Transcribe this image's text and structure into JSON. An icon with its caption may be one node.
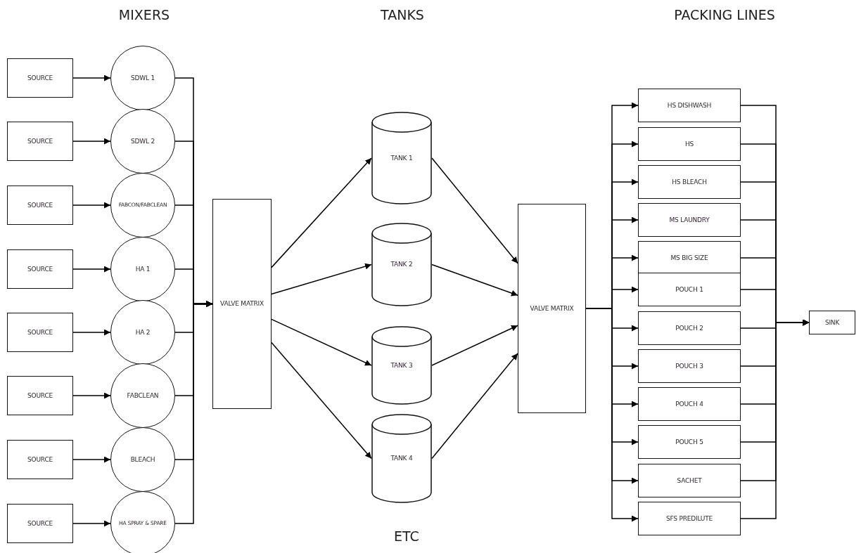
{
  "diagram": {
    "nodes": [
      {
        "text": [
          "SOURCE"
        ]
      },
      {
        "text": [
          "SOURCE"
        ]
      },
      {
        "text": [
          "SOURCE"
        ]
      },
      {
        "text": [
          "SOURCE"
        ]
      },
      {
        "text": [
          "SOURCE"
        ]
      },
      {
        "text": [
          "SOURCE"
        ]
      },
      {
        "text": [
          "SOURCE"
        ]
      },
      {
        "text": [
          "SOURCE"
        ]
      },
      {
        "text": [
          "SDWL 1"
        ]
      },
      {
        "text": [
          "SDWL 2"
        ]
      },
      {
        "text": [
          "FABCON/FABCLEAN"
        ]
      },
      {
        "text": [
          "HA 1"
        ]
      },
      {
        "text": [
          "HA 2"
        ]
      },
      {
        "text": [
          "FABCLEAN"
        ]
      },
      {
        "text": [
          "BLEACH"
        ]
      },
      {
        "text": [
          "HA SPRAY & SPARE"
        ]
      },
      {
        "text": [
          "VALVE MATRIX"
        ]
      },
      {
        "text": [
          "TANK 1"
        ]
      },
      {
        "text": [
          "TANK 2"
        ]
      },
      {
        "text": [
          "TANK 3"
        ]
      },
      {
        "text": [
          "TANK 4"
        ]
      },
      {
        "text": [
          "VALVE MATRIX"
        ]
      },
      {
        "text": [
          "HS DISHWASH"
        ]
      },
      {
        "text": [
          "HS"
        ]
      },
      {
        "text": [
          "HS BLEACH"
        ]
      },
      {
        "text": [
          "MS LAUNDRY"
        ]
      },
      {
        "text": [
          "MS BIG SIZE"
        ]
      },
      {
        "text": [
          "POUCH 1"
        ]
      },
      {
        "text": [
          "POUCH 2"
        ]
      },
      {
        "text": [
          "POUCH 3"
        ]
      },
      {
        "text": [
          "POUCH 4"
        ]
      },
      {
        "text": [
          "POUCH 5"
        ]
      },
      {
        "text": [
          "SACHET"
        ]
      },
      {
        "text": [
          "SFS PREDILUTE"
        ]
      },
      {
        "text": [
          "SINK"
        ]
      }
    ],
    "edges": [
      {
        "from": 0,
        "to": 8,
        "arrow": "to"
      },
      {
        "from": 1,
        "to": 9,
        "arrow": "to"
      },
      {
        "from": 2,
        "to": 10,
        "arrow": "to"
      },
      {
        "from": 3,
        "to": 11,
        "arrow": "to"
      },
      {
        "from": 4,
        "to": 12,
        "arrow": "to"
      },
      {
        "from": 5,
        "to": 13,
        "arrow": "to"
      },
      {
        "from": 6,
        "to": 14,
        "arrow": "to"
      },
      {
        "from": 7,
        "to": 15,
        "arrow": "to"
      },
      {
        "from": 8,
        "to": 16,
        "arrow": "to"
      },
      {
        "from": 9,
        "to": 16,
        "arrow": "to"
      },
      {
        "from": 10,
        "to": 16,
        "arrow": "to"
      },
      {
        "from": 11,
        "to": 16,
        "arrow": "to"
      },
      {
        "from": 12,
        "to": 16,
        "arrow": "to"
      },
      {
        "from": 13,
        "to": 16,
        "arrow": "to"
      },
      {
        "from": 14,
        "to": 16,
        "arrow": "to"
      },
      {
        "from": 15,
        "to": 16,
        "arrow": "to"
      },
      {
        "from": 16,
        "to": 17,
        "arrow": "to"
      },
      {
        "from": 16,
        "to": 18,
        "arrow": "to"
      },
      {
        "from": 16,
        "to": 19,
        "arrow": "to"
      },
      {
        "from": 16,
        "to": 20,
        "arrow": "to"
      },
      {
        "from": 17,
        "to": 21,
        "arrow": "to"
      },
      {
        "from": 18,
        "to": 21,
        "arrow": "to"
      },
      {
        "from": 19,
        "to": 21,
        "arrow": "to"
      },
      {
        "from": 20,
        "to": 21,
        "arrow": "to"
      },
      {
        "from": 21,
        "to": 22,
        "arrow": "to"
      },
      {
        "from": 21,
        "to": 23,
        "arrow": "to"
      },
      {
        "from": 21,
        "to": 24,
        "arrow": "to"
      },
      {
        "from": 21,
        "to": 25,
        "arrow": "to"
      },
      {
        "from": 21,
        "to": 26,
        "arrow": "to"
      },
      {
        "from": 21,
        "to": 27,
        "arrow": "to"
      },
      {
        "from": 21,
        "to": 28,
        "arrow": "to"
      },
      {
        "from": 21,
        "to": 29,
        "arrow": "to"
      },
      {
        "from": 21,
        "to": 30,
        "arrow": "to"
      },
      {
        "from": 21,
        "to": 31,
        "arrow": "to"
      },
      {
        "from": 21,
        "to": 32,
        "arrow": "to"
      },
      {
        "from": 21,
        "to": 33,
        "arrow": "to"
      },
      {
        "from": 22,
        "to": 34,
        "arrow": "to"
      },
      {
        "from": 23,
        "to": 34,
        "arrow": "to"
      },
      {
        "from": 24,
        "to": 34,
        "arrow": "to"
      },
      {
        "from": 25,
        "to": 34,
        "arrow": "to"
      },
      {
        "from": 26,
        "to": 34,
        "arrow": "to"
      },
      {
        "from": 27,
        "to": 34,
        "arrow": "to"
      },
      {
        "from": 28,
        "to": 34,
        "arrow": "to"
      },
      {
        "from": 29,
        "to": 34,
        "arrow": "to"
      },
      {
        "from": 30,
        "to": 34,
        "arrow": "to"
      },
      {
        "from": 31,
        "to": 34,
        "arrow": "to"
      },
      {
        "from": 32,
        "to": 34,
        "arrow": "to"
      },
      {
        "from": 33,
        "to": 34,
        "arrow": "to"
      }
    ],
    "labels": [
      "MIXERS",
      "TANKS",
      "PACKING LINES",
      "ETC"
    ]
  }
}
